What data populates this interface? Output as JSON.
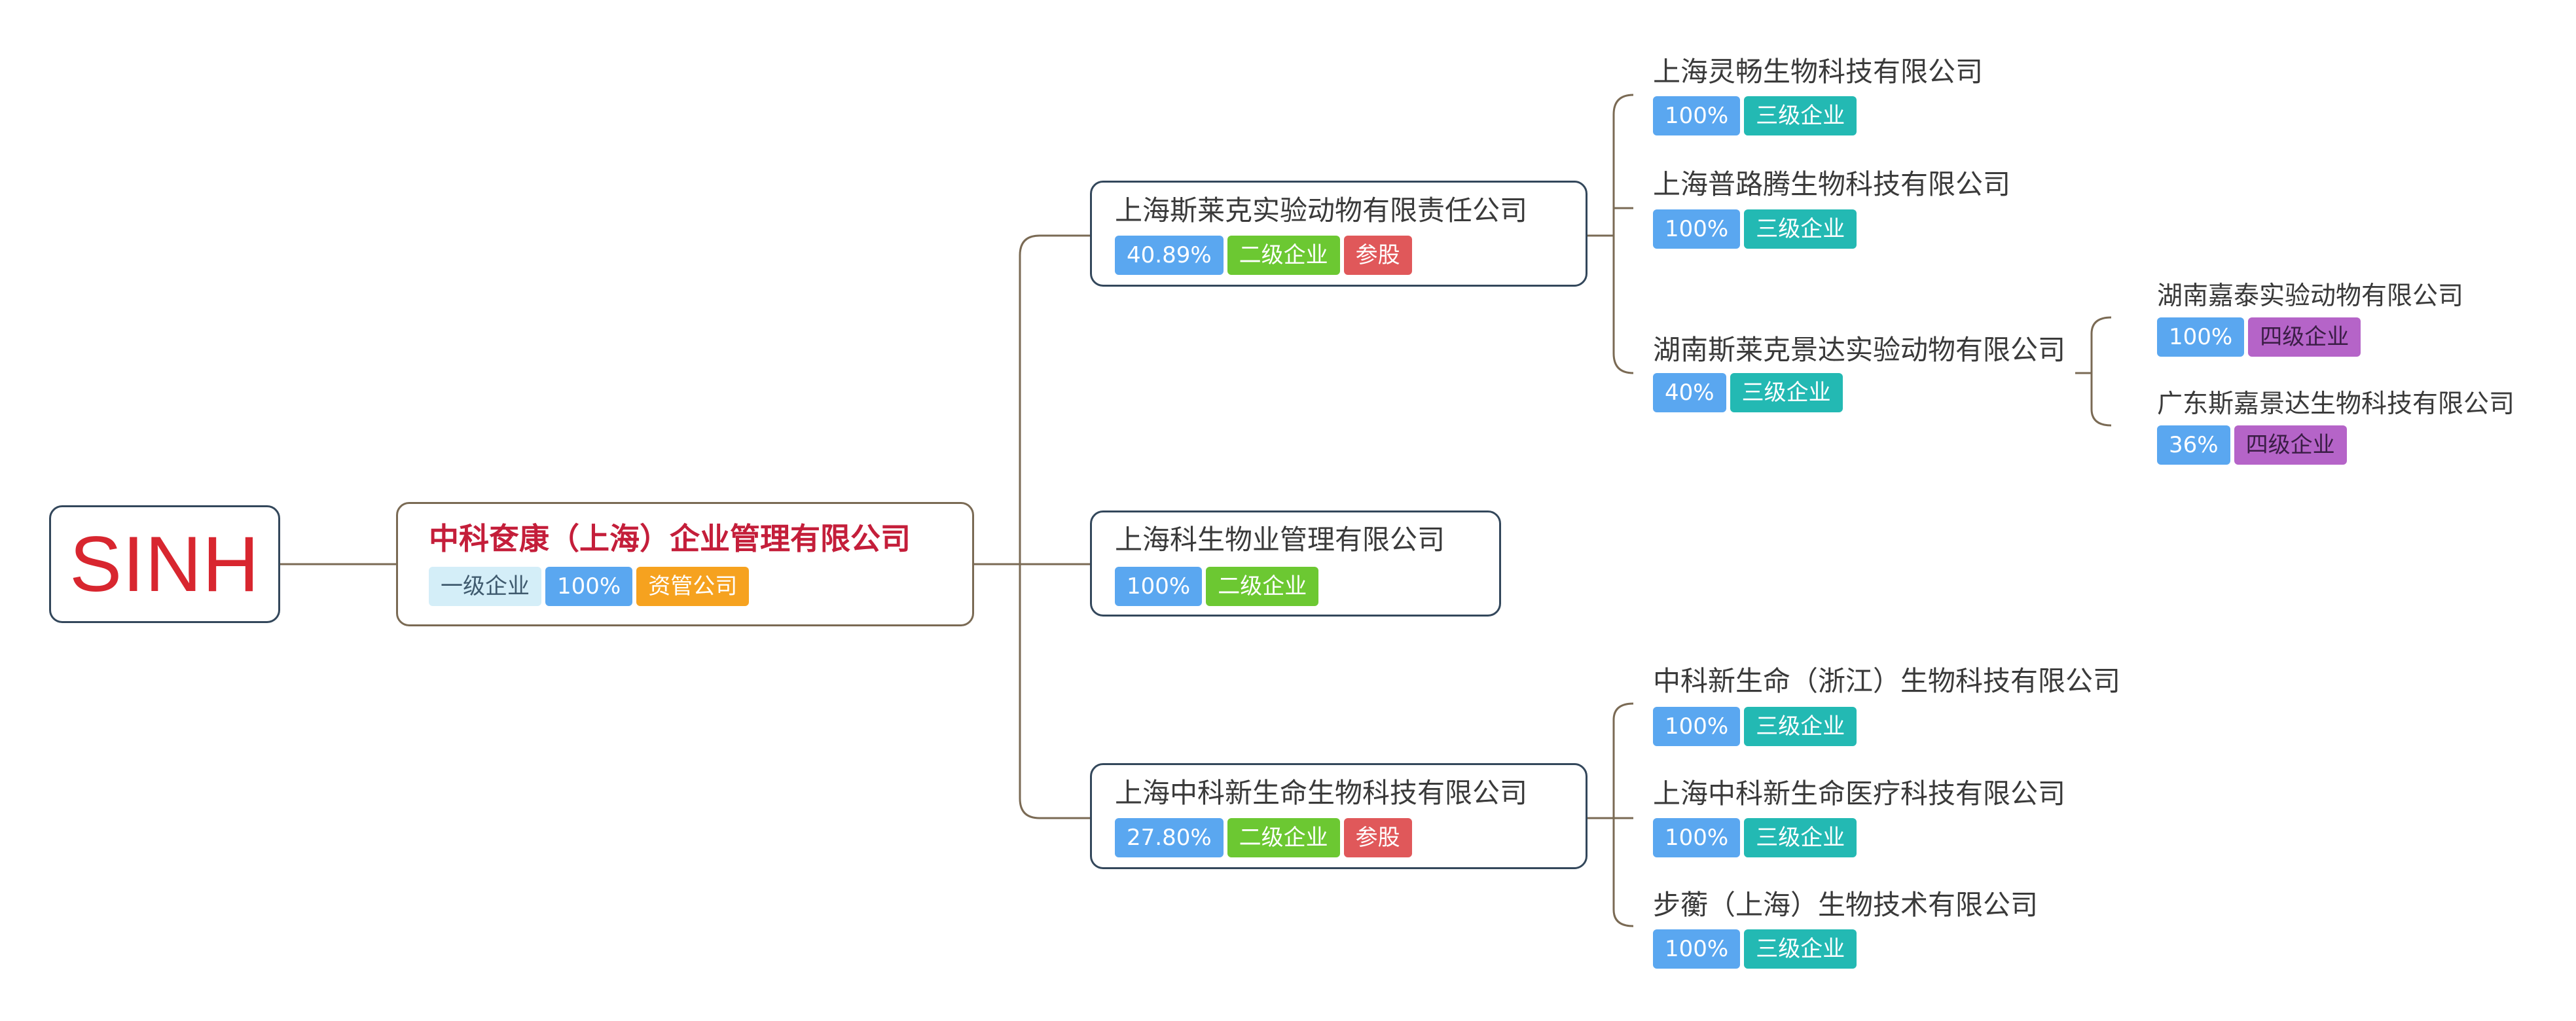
{
  "root": {
    "label": "SINH"
  },
  "level1": {
    "name": "中科奁康（上海）企业管理有限公司",
    "tags": [
      "一级企业",
      "100%",
      "资管公司"
    ]
  },
  "level2": [
    {
      "name": "上海斯莱克实验动物有限责任公司",
      "tags": [
        "40.89%",
        "二级企业",
        "参股"
      ]
    },
    {
      "name": "上海科生物业管理有限公司",
      "tags": [
        "100%",
        "二级企业"
      ]
    },
    {
      "name": "上海中科新生命生物科技有限公司",
      "tags": [
        "27.80%",
        "二级企业",
        "参股"
      ]
    }
  ],
  "level3": [
    {
      "name": "上海灵畅生物科技有限公司",
      "tags": [
        "100%",
        "三级企业"
      ]
    },
    {
      "name": "上海普路腾生物科技有限公司",
      "tags": [
        "100%",
        "三级企业"
      ]
    },
    {
      "name": "湖南斯莱克景达实验动物有限公司",
      "tags": [
        "40%",
        "三级企业"
      ]
    },
    {
      "name": "中科新生命（浙江）生物科技有限公司",
      "tags": [
        "100%",
        "三级企业"
      ]
    },
    {
      "name": "上海中科新生命医疗科技有限公司",
      "tags": [
        "100%",
        "三级企业"
      ]
    },
    {
      "name": "步蘅（上海）生物技术有限公司",
      "tags": [
        "100%",
        "三级企业"
      ]
    }
  ],
  "level4": [
    {
      "name": "湖南嘉泰实验动物有限公司",
      "tags": [
        "100%",
        "四级企业"
      ]
    },
    {
      "name": "广东斯嘉景达生物科技有限公司",
      "tags": [
        "36%",
        "四级企业"
      ]
    }
  ],
  "colors": {
    "root_text": "#d8262f",
    "level1_text": "#c41e3a",
    "line": "#7a6a54",
    "box_border": "#33475b"
  }
}
